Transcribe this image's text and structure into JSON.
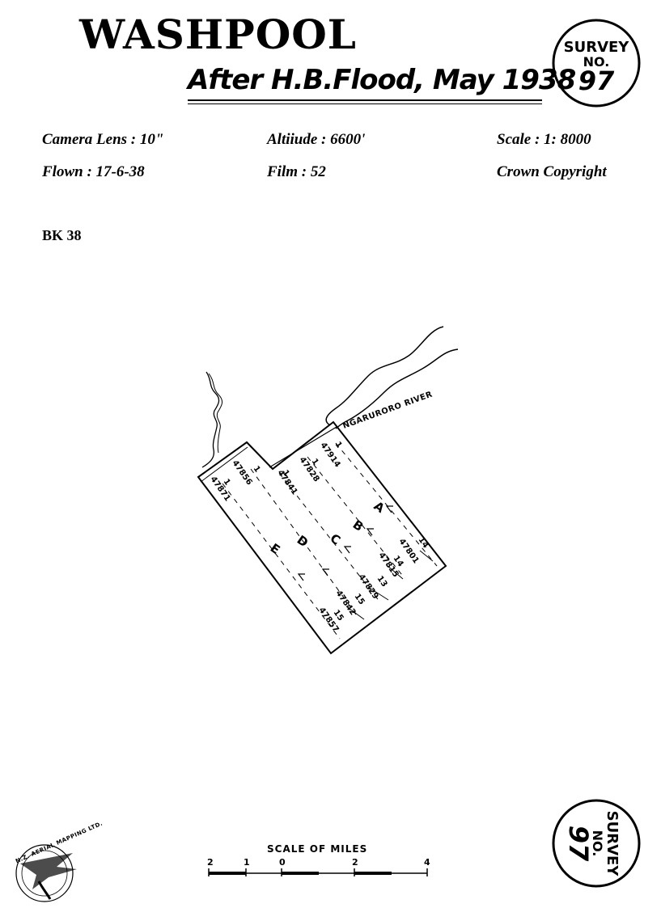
{
  "header": {
    "title": "WASHPOOL",
    "subtitle": "After H.B.Flood, May 1938"
  },
  "survey_badge": {
    "line1": "SURVEY",
    "line2": "NO.",
    "number": "97"
  },
  "info": {
    "camera_lens": "Camera Lens : 10\"",
    "altitude": "Altiiude : 6600'",
    "scale": "Scale : 1: 8000",
    "flown": "Flown : 17-6-38",
    "film": "Film : 52",
    "copyright": "Crown Copyright"
  },
  "ref": "BK 38",
  "map": {
    "river_label": "NGARURORO RIVER",
    "runs": [
      {
        "letter": "A",
        "start_num": "1",
        "start_frame": "47914",
        "end_num": "14",
        "end_frame": "47801"
      },
      {
        "letter": "B",
        "start_num": "1",
        "start_frame": "47828",
        "end_num": "14",
        "end_frame": "47815"
      },
      {
        "letter": "C",
        "start_num": "1",
        "start_frame": "47841",
        "end_num": "13",
        "end_frame": "47829"
      },
      {
        "letter": "D",
        "start_num": "1",
        "start_frame": "47856",
        "end_num": "15",
        "end_frame": "47842"
      },
      {
        "letter": "E",
        "start_num": "1",
        "start_frame": "47871",
        "end_num": "15",
        "end_frame": "47857"
      }
    ]
  },
  "scale_bar": {
    "label": "SCALE OF MILES",
    "ticks": [
      "2",
      "1",
      "0",
      "2",
      "4"
    ]
  },
  "logo": {
    "text": "N.Z. AERIAL MAPPING LTD."
  }
}
